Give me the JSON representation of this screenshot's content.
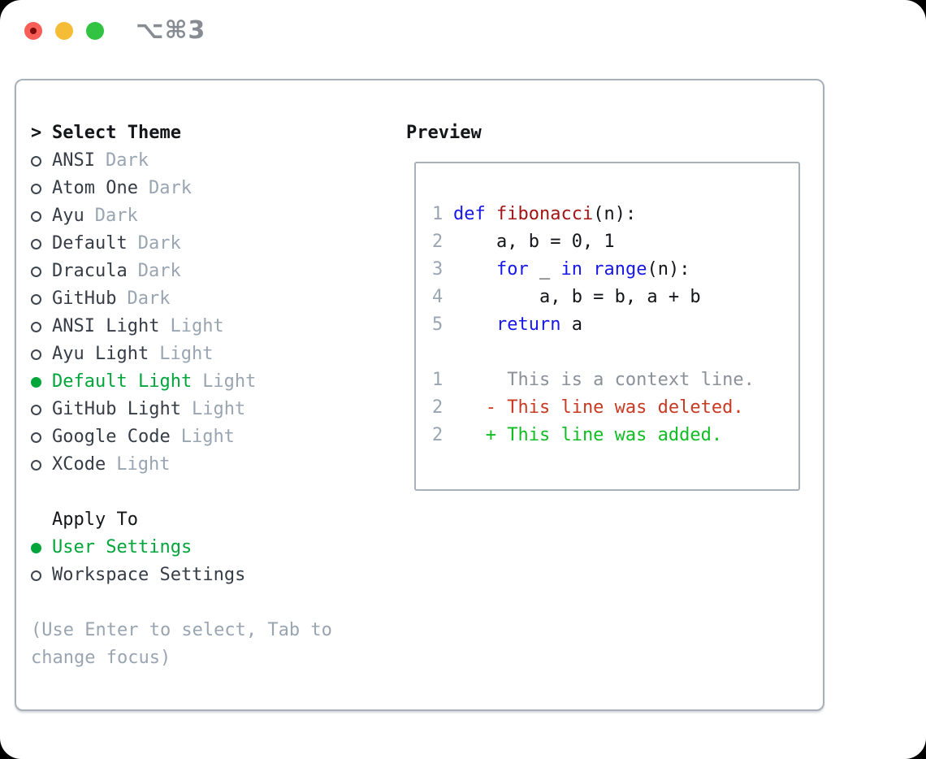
{
  "window": {
    "shortcut_label": "⌥⌘3",
    "traffic_lights": [
      "close",
      "minimize",
      "zoom"
    ]
  },
  "theme_panel": {
    "title": "Select Theme",
    "title_marker": ">",
    "themes": [
      {
        "name": "ANSI",
        "variant": "Dark",
        "selected": false
      },
      {
        "name": "Atom One",
        "variant": "Dark",
        "selected": false
      },
      {
        "name": "Ayu",
        "variant": "Dark",
        "selected": false
      },
      {
        "name": "Default",
        "variant": "Dark",
        "selected": false
      },
      {
        "name": "Dracula",
        "variant": "Dark",
        "selected": false
      },
      {
        "name": "GitHub",
        "variant": "Dark",
        "selected": false
      },
      {
        "name": "ANSI Light",
        "variant": "Light",
        "selected": false
      },
      {
        "name": "Ayu Light",
        "variant": "Light",
        "selected": false
      },
      {
        "name": "Default Light",
        "variant": "Light",
        "selected": true
      },
      {
        "name": "GitHub Light",
        "variant": "Light",
        "selected": false
      },
      {
        "name": "Google Code",
        "variant": "Light",
        "selected": false
      },
      {
        "name": "XCode",
        "variant": "Light",
        "selected": false
      }
    ],
    "apply_to": {
      "title": "Apply To",
      "options": [
        {
          "label": "User Settings",
          "selected": true
        },
        {
          "label": "Workspace Settings",
          "selected": false
        }
      ]
    },
    "help_text": "(Use Enter to select, Tab to\nchange focus)"
  },
  "preview": {
    "title": "Preview",
    "lines": [
      {
        "num": "1",
        "tokens": [
          {
            "t": "def",
            "c": "kw"
          },
          {
            "t": " ",
            "c": "pl"
          },
          {
            "t": "fibonacci",
            "c": "fn"
          },
          {
            "t": "(n):",
            "c": "pl"
          }
        ]
      },
      {
        "num": "2",
        "tokens": [
          {
            "t": "    a, b = 0, 1",
            "c": "pl"
          }
        ]
      },
      {
        "num": "3",
        "tokens": [
          {
            "t": "    ",
            "c": "pl"
          },
          {
            "t": "for",
            "c": "kw"
          },
          {
            "t": " _ ",
            "c": "pl"
          },
          {
            "t": "in",
            "c": "kw"
          },
          {
            "t": " ",
            "c": "pl"
          },
          {
            "t": "range",
            "c": "kw"
          },
          {
            "t": "(n):",
            "c": "pl"
          }
        ]
      },
      {
        "num": "4",
        "tokens": [
          {
            "t": "        a, b = b, a + b",
            "c": "pl"
          }
        ]
      },
      {
        "num": "5",
        "tokens": [
          {
            "t": "    ",
            "c": "pl"
          },
          {
            "t": "return",
            "c": "kw"
          },
          {
            "t": " a",
            "c": "pl"
          }
        ]
      },
      {
        "num": "",
        "tokens": []
      },
      {
        "num": "1",
        "tokens": [
          {
            "t": "     This is a context line.",
            "c": "ctx"
          }
        ]
      },
      {
        "num": "2",
        "tokens": [
          {
            "t": "   - This line was deleted.",
            "c": "del"
          }
        ]
      },
      {
        "num": "2",
        "tokens": [
          {
            "t": "   + This line was added.",
            "c": "add"
          }
        ]
      }
    ]
  },
  "colors": {
    "accent_green": "#00a63a",
    "keyword_blue": "#1717e8",
    "function_red": "#a31515",
    "diff_deleted": "#c93a22",
    "diff_added": "#10bd24",
    "context_gray": "#8a9199",
    "muted_gray": "#9aa5b2",
    "border_gray": "#a8b0ba",
    "text_dark": "#363d46",
    "text_black": "#141519",
    "shortcut_gray": "#878c93",
    "traffic_red": "#f75e57",
    "traffic_yellow": "#f5bd35",
    "traffic_green": "#32c343"
  }
}
